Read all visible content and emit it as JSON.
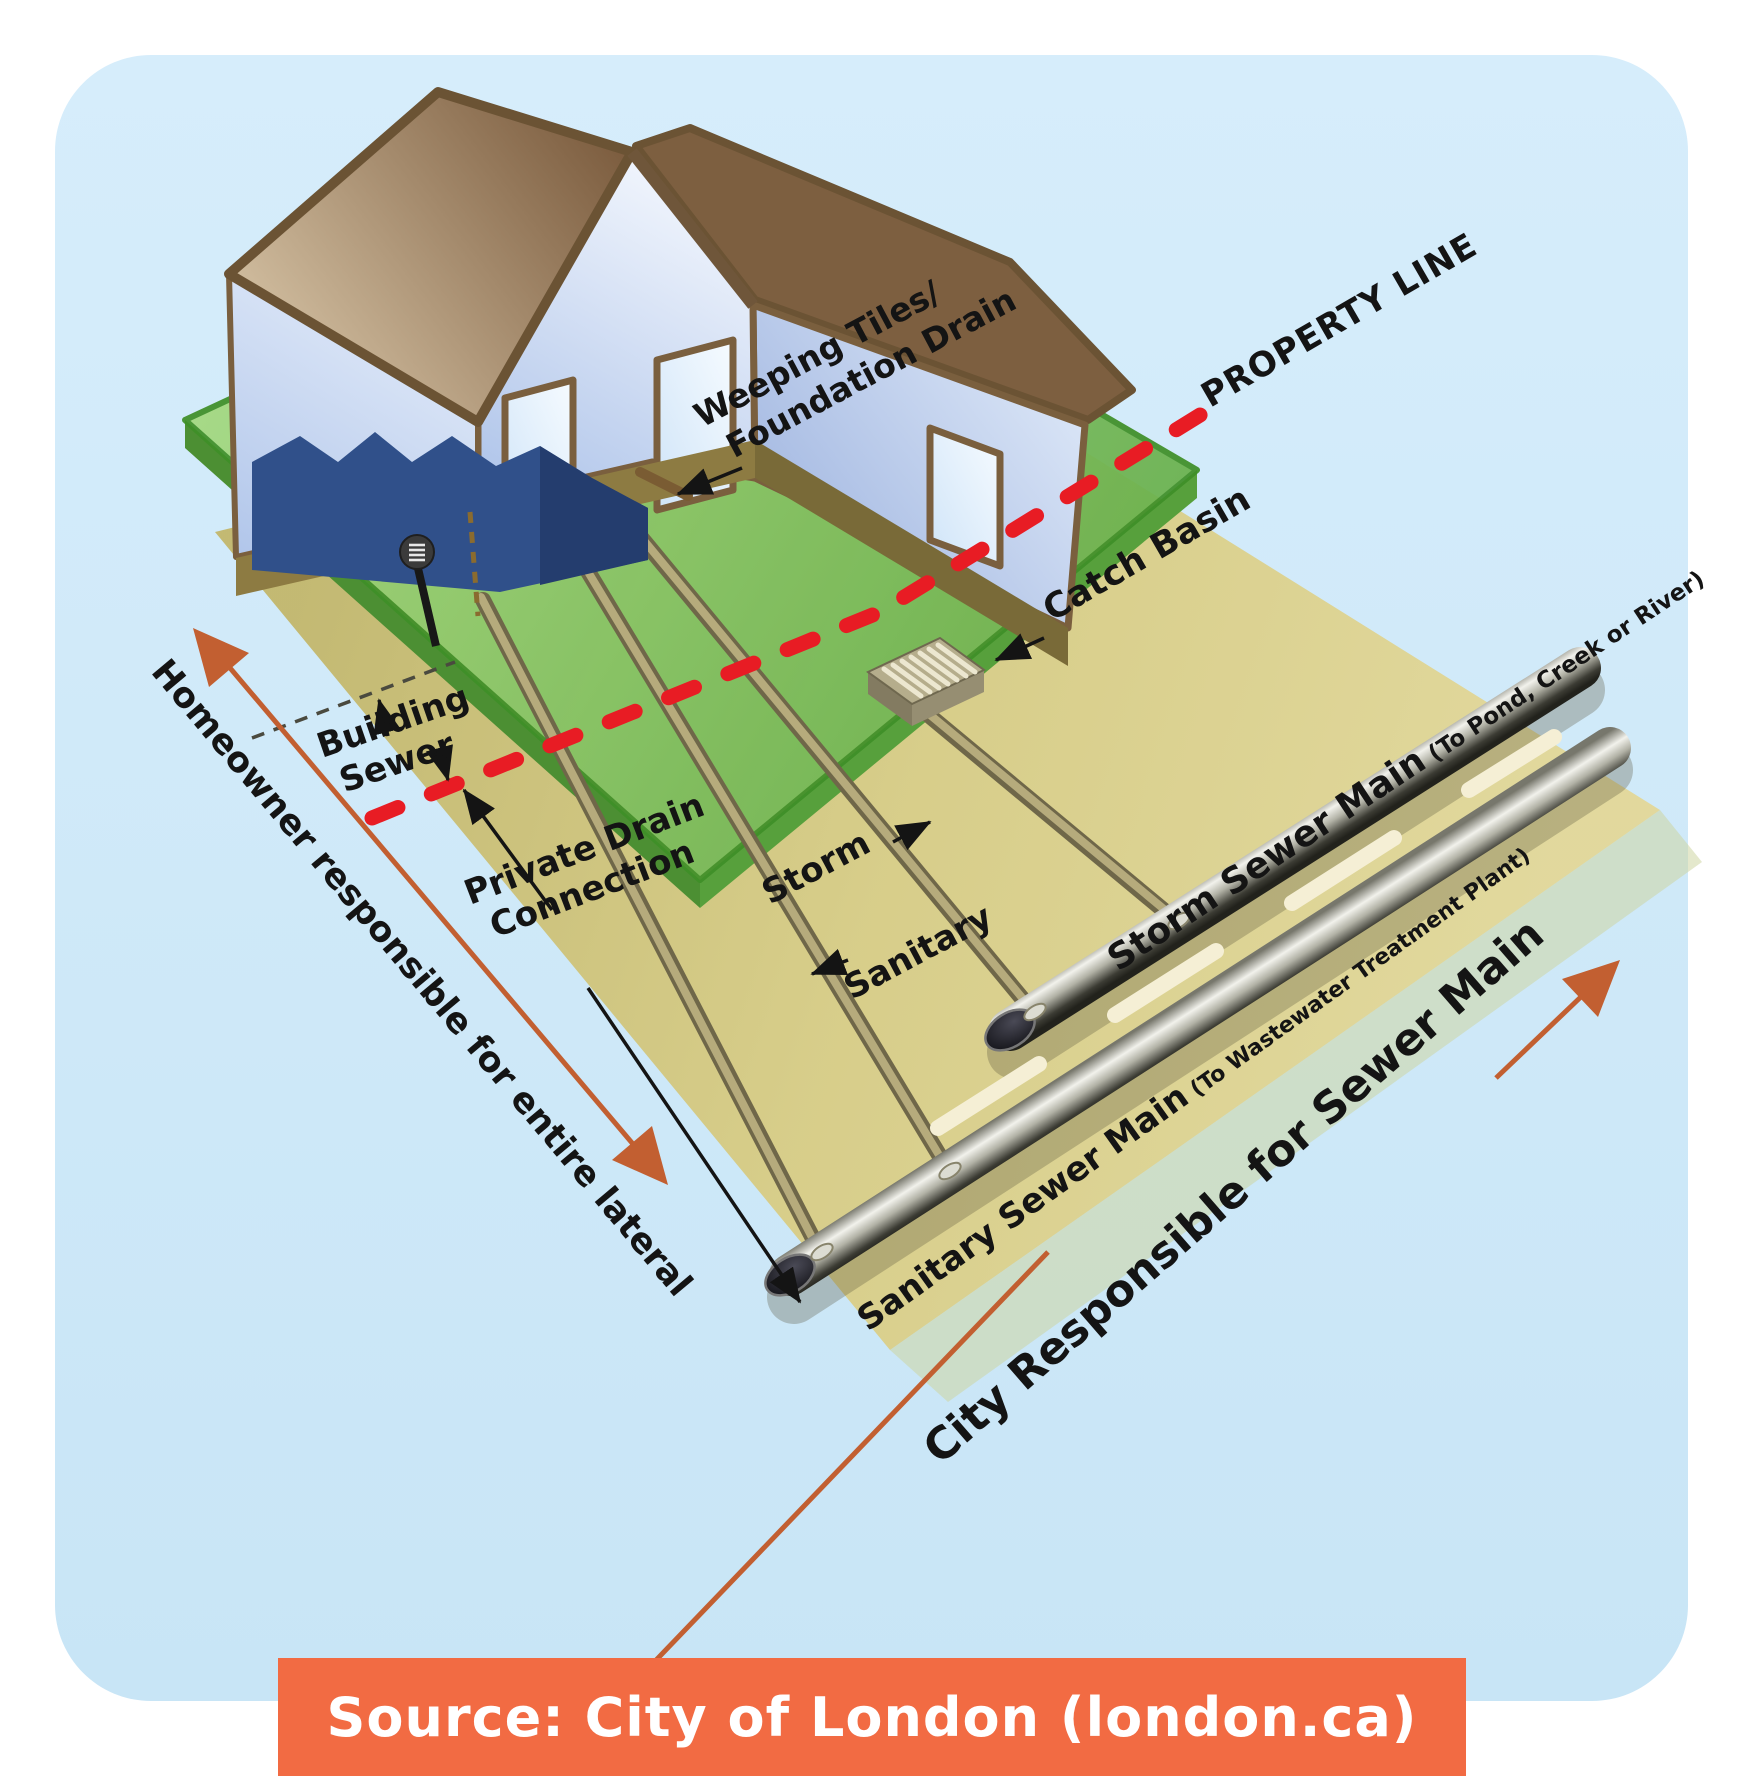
{
  "diagram": {
    "labels": {
      "weeping1": "Weeping Tiles/",
      "weeping2": "Foundation Drain",
      "property": "PROPERTY LINE",
      "catch": "Catch Basin",
      "building1": "Building",
      "building2": "Sewer",
      "private1": "Private Drain",
      "private2": "Connection",
      "storm": "Storm",
      "sanitary": "Sanitary",
      "storm_main": "Storm Sewer Main",
      "storm_main_sub": " (To Pond, Creek or River)",
      "san_main": "Sanitary Sewer Main",
      "san_main_sub": " (To Wastewater Treatment Plant)",
      "homeowner": "Homeowner responsible for entire lateral",
      "city": "City Responsible for Sewer Main"
    },
    "footer": {
      "text": "Source: City of London (london.ca)"
    },
    "colors": {
      "background_blue": "#cfe9f8",
      "lot_green": "#7cbd5d",
      "lot_edge_green": "#3f8f28",
      "soil_tan": "#d5c87c",
      "property_line_red": "#e81c24",
      "arrow_orange": "#c25f31",
      "source_bar_orange": "#f26b43",
      "label_black": "#141414",
      "house_wall_blue": "#c3d3f0",
      "roof_brown": "#8a6b49",
      "basement_navy": "#30508a",
      "pipe_lateral_tan": "#9a8f63",
      "pipe_main_metal": "#c8c8c0"
    }
  }
}
